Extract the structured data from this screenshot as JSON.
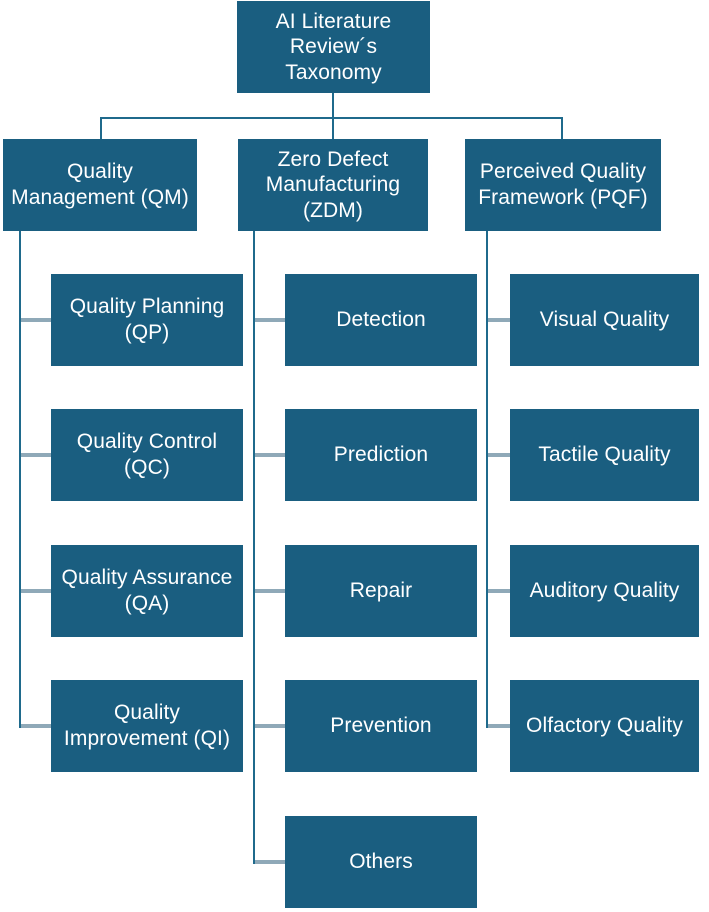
{
  "diagram": {
    "title": "AI Literature Review´s Taxonomy",
    "type": "tree-taxonomy",
    "colors": {
      "node_fill": "#1a5e80",
      "node_text": "#ffffff",
      "connector": "#1f6a8c",
      "stub": "#8fa9b8",
      "background": "#ffffff"
    },
    "root": {
      "label": "AI Literature Review´s Taxonomy"
    },
    "branches": [
      {
        "label": "Quality Management (QM)",
        "children": [
          {
            "label": "Quality Planning (QP)"
          },
          {
            "label": "Quality Control (QC)"
          },
          {
            "label": "Quality Assurance (QA)"
          },
          {
            "label": "Quality Improvement (QI)"
          }
        ]
      },
      {
        "label": "Zero Defect Manufacturing (ZDM)",
        "children": [
          {
            "label": "Detection"
          },
          {
            "label": "Prediction"
          },
          {
            "label": "Repair"
          },
          {
            "label": "Prevention"
          },
          {
            "label": "Others"
          }
        ]
      },
      {
        "label": "Perceived Quality Framework (PQF)",
        "children": [
          {
            "label": "Visual Quality"
          },
          {
            "label": "Tactile Quality"
          },
          {
            "label": "Auditory Quality"
          },
          {
            "label": "Olfactory Quality"
          }
        ]
      }
    ]
  }
}
